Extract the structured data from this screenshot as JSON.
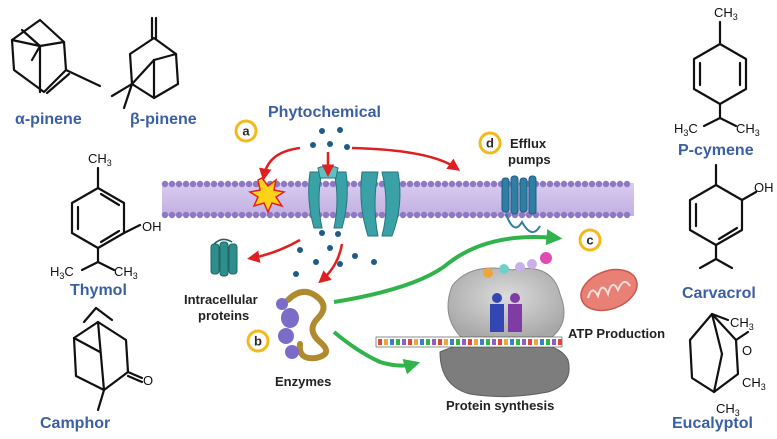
{
  "molecules": {
    "alpha_pinene": "α-pinene",
    "beta_pinene": "β-pinene",
    "thymol": "Thymol",
    "camphor": "Camphor",
    "p_cymene": "P-cymene",
    "carvacrol": "Carvacrol",
    "eucalyptol": "Eucalyptol"
  },
  "atoms": {
    "ch3": "CH",
    "h3c": "H",
    "sub3": "3",
    "c": "C",
    "oh": "OH",
    "o": "O"
  },
  "labels": {
    "phytochemical": "Phytochemical",
    "efflux_line1": "Efflux",
    "efflux_line2": "pumps",
    "intracellular_line1": "Intracellular",
    "intracellular_line2": "proteins",
    "enzymes": "Enzymes",
    "protein_synthesis": "Protein synthesis",
    "atp_production": "ATP Production"
  },
  "badges": {
    "a": "a",
    "b": "b",
    "c": "c",
    "d": "d"
  },
  "colors": {
    "label_blue": "#3b5fa3",
    "membrane": "#c9b8e6",
    "head": "#8f78c2",
    "channel": "#3aa1a6",
    "arrow_red": "#e02020",
    "arrow_green": "#2fb34a",
    "badge_fill": "#ffffff",
    "badge_ring": "#f3b91c",
    "molecule_dot": "#1e5b86",
    "mitochondria": "#e88076"
  }
}
